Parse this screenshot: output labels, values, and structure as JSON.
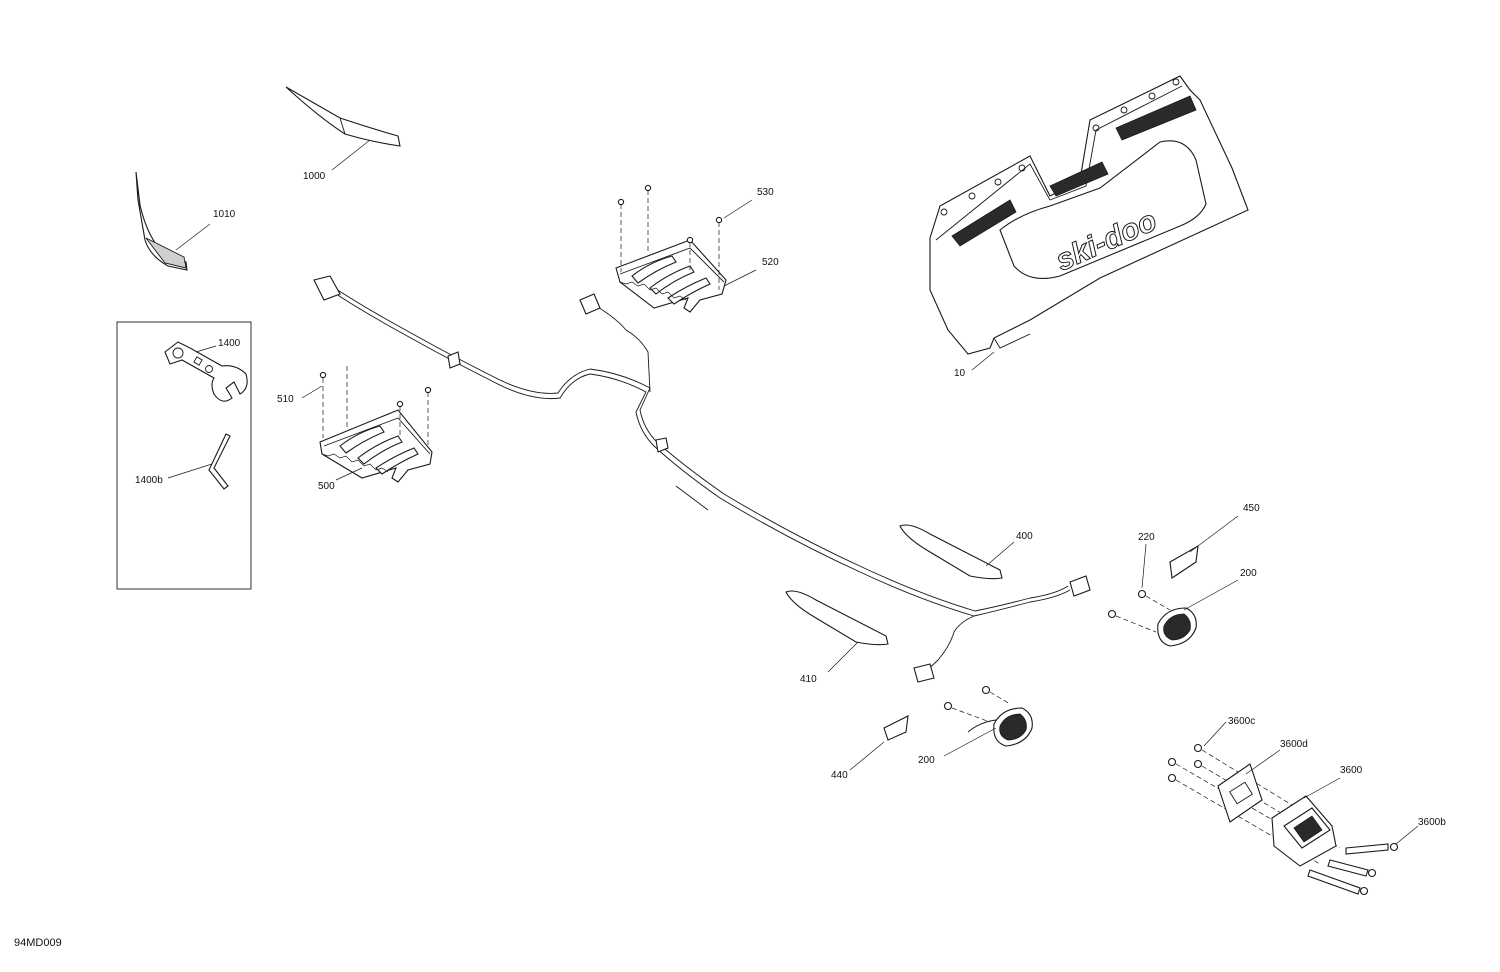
{
  "drawing_code": "94MD009",
  "brand_mark": "ski-doo",
  "callouts": [
    {
      "id": "1000",
      "label": "1000"
    },
    {
      "id": "1010",
      "label": "1010"
    },
    {
      "id": "530",
      "label": "530"
    },
    {
      "id": "520",
      "label": "520"
    },
    {
      "id": "1400",
      "label": "1400"
    },
    {
      "id": "1400b",
      "label": "1400b"
    },
    {
      "id": "510",
      "label": "510"
    },
    {
      "id": "500",
      "label": "500"
    },
    {
      "id": "10",
      "label": "10"
    },
    {
      "id": "400",
      "label": "400"
    },
    {
      "id": "450",
      "label": "450"
    },
    {
      "id": "220",
      "label": "220"
    },
    {
      "id": "200a",
      "label": "200"
    },
    {
      "id": "410",
      "label": "410"
    },
    {
      "id": "440",
      "label": "440"
    },
    {
      "id": "200b",
      "label": "200"
    },
    {
      "id": "3600c",
      "label": "3600c"
    },
    {
      "id": "3600d",
      "label": "3600d"
    },
    {
      "id": "3600",
      "label": "3600"
    },
    {
      "id": "3600b",
      "label": "3600b"
    }
  ]
}
